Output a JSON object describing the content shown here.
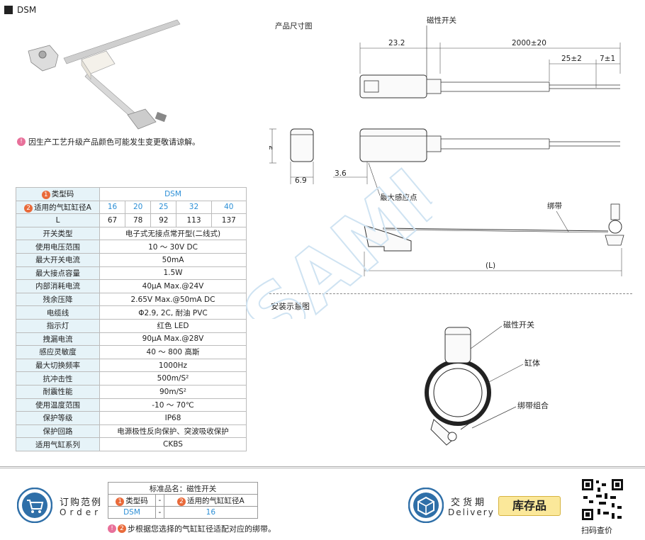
{
  "header": {
    "title": "DSM"
  },
  "note_color": "因生产工艺升级产品颜色可能发生变更敬请谅解。",
  "spec": {
    "type_code_label": "类型码",
    "type_code_value": "DSM",
    "bore_label": "适用的气缸缸径A",
    "bores": [
      "16",
      "20",
      "25",
      "32",
      "40"
    ],
    "l_label": "L",
    "l_values": [
      "67",
      "78",
      "92",
      "113",
      "137"
    ],
    "rows": [
      {
        "k": "开关类型",
        "v": "电子式无接点常开型(二线式)"
      },
      {
        "k": "使用电压范围",
        "v": "10 ～ 30V DC"
      },
      {
        "k": "最大开关电流",
        "v": "50mA"
      },
      {
        "k": "最大接点容量",
        "v": "1.5W"
      },
      {
        "k": "内部消耗电流",
        "v": "40μA Max.@24V"
      },
      {
        "k": "残余压降",
        "v": "2.65V Max.@50mA DC"
      },
      {
        "k": "电缆线",
        "v": "Φ2.9, 2C, 耐油 PVC"
      },
      {
        "k": "指示灯",
        "v": "红色 LED"
      },
      {
        "k": "拽漏电流",
        "v": "90μA Max.@28V"
      },
      {
        "k": "感应灵敏度",
        "v": "40 ～ 800 高斯"
      },
      {
        "k": "最大切换频率",
        "v": "1000Hz"
      },
      {
        "k": "抗冲击性",
        "v": "500m/S²"
      },
      {
        "k": "耐震性能",
        "v": "90m/S²"
      },
      {
        "k": "使用温度范围",
        "v": "-10 ～ 70℃"
      },
      {
        "k": "保护等级",
        "v": "IP68"
      },
      {
        "k": "保护回路",
        "v": "电源极性反向保护、突波吸收保护"
      },
      {
        "k": "适用气缸系列",
        "v": "CKBS"
      }
    ]
  },
  "dims": {
    "title": "产品尺寸图",
    "switch_label": "磁性开关",
    "d1": "23.2",
    "d2": "2000±20",
    "d3": "25±2",
    "d4": "7±1",
    "h": "9",
    "w": "6.9",
    "s": "3.6",
    "sense_label": "最大感应点",
    "band_label": "绑带",
    "l_label": "(L)"
  },
  "install": {
    "title": "安装示意图",
    "switch_label": "磁性开关",
    "cyl_label": "缸体",
    "band_label": "绑带组合"
  },
  "watermark": "SAML",
  "order": {
    "title_cn": "订购范例",
    "title_en": "Order",
    "std_name": "标准品名：磁性开关",
    "col1": "类型码",
    "dash": "-",
    "col2": "适用的气缸缸径A",
    "val1": "DSM",
    "val2": "16",
    "note": "步根据您选择的气缸缸径适配对应的绑带。"
  },
  "delivery": {
    "title_cn": "交货期",
    "title_en": "Delivery",
    "stock": "库存品"
  },
  "qr": {
    "caption": "扫码查价"
  },
  "colors": {
    "accent": "#2c8fd6",
    "badge": "#e96a3a",
    "stock_bg": "#fbe89a"
  }
}
